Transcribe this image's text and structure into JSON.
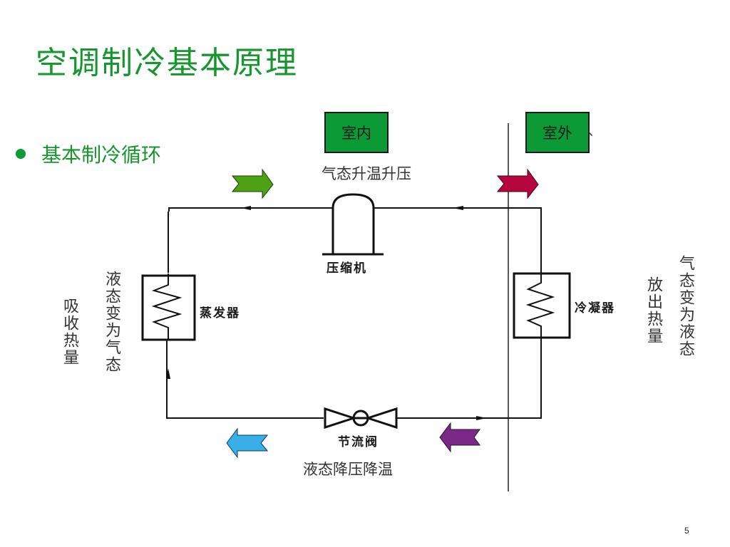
{
  "slide": {
    "title": "空调制冷基本原理",
    "bullet": "基本制冷循环",
    "page_number": "5"
  },
  "zones": {
    "indoor": "室内",
    "outdoor": "室外",
    "outdoor_suffix": "、"
  },
  "components": {
    "compressor": "压缩机",
    "evaporator": "蒸发器",
    "condenser": "冷凝器",
    "throttle_valve": "节流阀"
  },
  "process_labels": {
    "compression": "气态升温升压",
    "throttling": "液态降压降温",
    "evaporation": "液态变为气态",
    "condensation": "气态变为液态",
    "absorb_heat": "吸收热量",
    "release_heat": "放出热量"
  },
  "arrows": [
    {
      "name": "indoor-top-arrow",
      "direction": "right",
      "color": "#4ea112"
    },
    {
      "name": "outdoor-top-arrow",
      "direction": "right",
      "color": "#b5063f"
    },
    {
      "name": "indoor-bottom-arrow",
      "direction": "left",
      "color": "#3aaee6"
    },
    {
      "name": "outdoor-bottom-arrow",
      "direction": "left",
      "color": "#7a2a86"
    }
  ],
  "colors": {
    "title": "#17962f",
    "zone_box": "#0c9a36"
  }
}
